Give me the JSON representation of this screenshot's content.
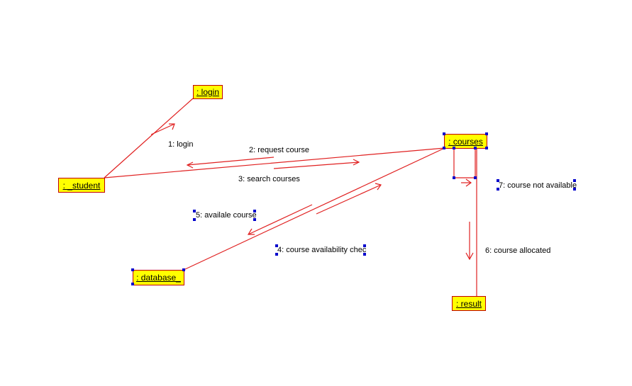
{
  "objects": {
    "login": ": login",
    "student": ": _student",
    "courses": ": courses",
    "database": ": database_",
    "result": ": result"
  },
  "messages": {
    "m1": "1: login",
    "m2": "2: request course",
    "m3": "3: search courses",
    "m4": "4: course availability chec",
    "m5": "5: availale course",
    "m6": "6: course allocated",
    "m7": "7: course not available"
  },
  "colors": {
    "link": "#e02020",
    "object_fill": "#ffff00",
    "object_border": "#c00000",
    "selection_handle": "#0000cc"
  }
}
